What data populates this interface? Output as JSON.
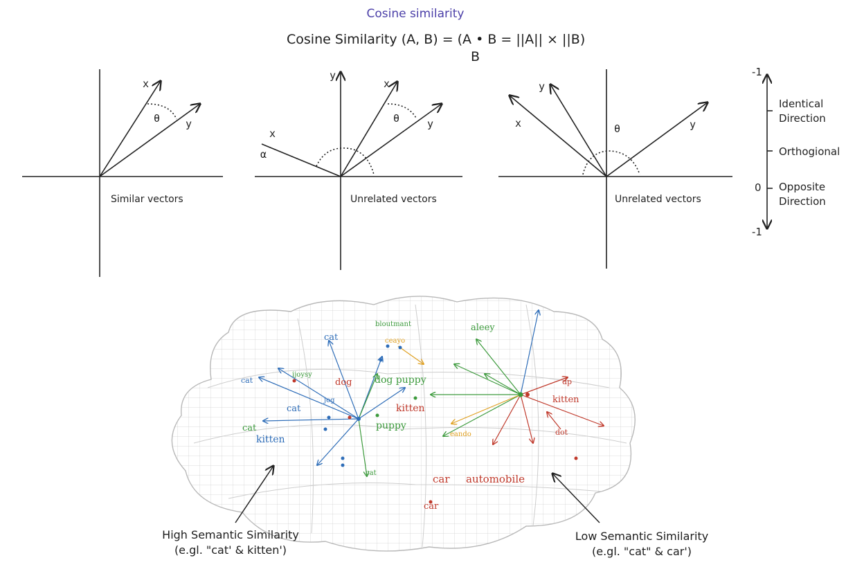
{
  "title": "Cosine similarity",
  "formula": {
    "main": "Cosine Similarity (A, B) = (A • B = ||A|| × ||B)",
    "denominator": "B"
  },
  "panels": [
    {
      "caption": "Similar vectors",
      "labels": {
        "a": "x",
        "b": "y",
        "angle": "θ"
      }
    },
    {
      "caption": "Unrelated vectors",
      "labels": {
        "yaxis": "y",
        "a": "x",
        "b": "y",
        "angle": "θ",
        "c": "x",
        "alpha": "α"
      }
    },
    {
      "caption": "Unrelated vectors",
      "labels": {
        "a": "y",
        "b": "y",
        "c": "x",
        "angle": "θ"
      }
    }
  ],
  "scale": {
    "top_value": "-1",
    "bottom_value": "-1",
    "zero_value": "0",
    "identical": [
      "Identical",
      "Direction"
    ],
    "orthogonal": "Orthogional",
    "opposite": [
      "Opposite",
      "Direction"
    ]
  },
  "embedding": {
    "words": {
      "cat_top": "cat",
      "cat_left": "cat",
      "cat_mid": "cat",
      "cat_green": "cat",
      "kitten_blue": "kitten",
      "small_green_1": "ijoysy",
      "dog_red": "dog",
      "small_green_2": "bloutmant",
      "small_orange": "ceayo",
      "dog_puppy": "dog puppy",
      "kitten_red": "kitten",
      "puppy": "puppy",
      "small_blue": "jog",
      "small_green_3": "cat",
      "away": "aleey",
      "dp": "dp",
      "kitten_right": "kitten",
      "dot": "dot",
      "eando": "eando",
      "car": "car",
      "automobile": "automobile",
      "car_bottom": "car"
    },
    "colors": {
      "blue": "#2e6db8",
      "green": "#3c9a3c",
      "red": "#c0392b",
      "orange": "#e0a020",
      "mesh": "#bdbdbd"
    }
  },
  "callouts": {
    "high": [
      "High Semantic Similarity",
      "(e.gl. \"cat' & kitten')"
    ],
    "low": [
      "Low Semantic Similarity",
      "(e.gl. \"cat\" & car')"
    ]
  }
}
